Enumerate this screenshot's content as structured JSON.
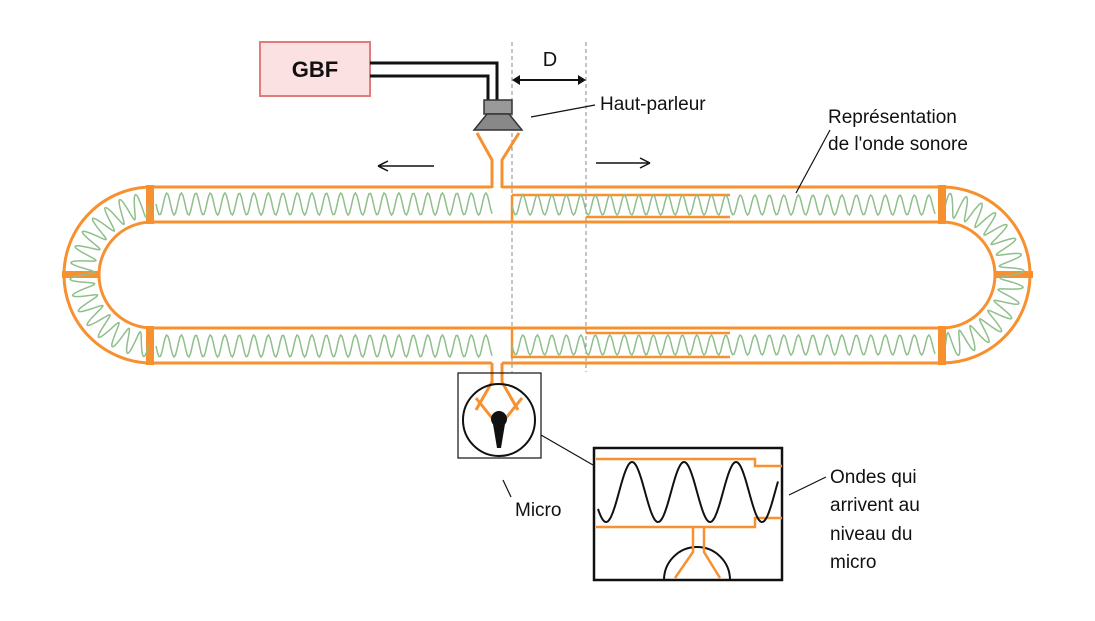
{
  "labels": {
    "generator": "GBF",
    "distance": "D",
    "speaker": "Haut-parleur",
    "wave_rep_line1": "Représentation",
    "wave_rep_line2": "de l'onde sonore",
    "micro": "Micro",
    "waves_line1": "Ondes qui",
    "waves_line2": "arrivent au",
    "waves_line3": "niveau du",
    "waves_line4": "micro"
  },
  "colors": {
    "tube": "#f7902f",
    "wave": "#8fbf8a",
    "generator_fill": "#fbe1e1",
    "generator_border": "#e07c7c",
    "outline": "#111111",
    "speaker": "#8a8a8a",
    "dashed": "#888888"
  },
  "icons": [
    "loudspeaker-icon",
    "microphone-icon",
    "arrow-left-icon",
    "arrow-right-icon"
  ]
}
